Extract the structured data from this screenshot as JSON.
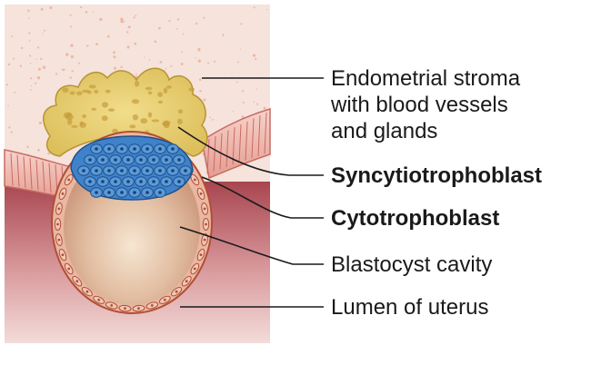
{
  "figure": {
    "colors": {
      "stroma": "#f5e3dc",
      "stroma_speckle": "#e9a98e",
      "lumen_dark": "#a8454f",
      "lumen_light": "#f3dcd9",
      "syncytio": "#e6cf73",
      "syncytio_spot": "#c79c3c",
      "cyto_fill": "#e9b7a2",
      "cyto_border": "#b24e36",
      "inner_cell_mass": "#3f82c9",
      "cavity": "#d8ad92",
      "line": "#1a1a1a"
    },
    "labels": [
      {
        "id": "stroma",
        "text": "Endometrial stroma\nwith blood vessels\nand glands",
        "bold": false
      },
      {
        "id": "syncytiotrophoblast",
        "text": "Syncytiotrophoblast",
        "bold": true
      },
      {
        "id": "cytotrophoblast",
        "text": "Cytotrophoblast",
        "bold": true
      },
      {
        "id": "blastocyst-cavity",
        "text": "Blastocyst cavity",
        "bold": false
      },
      {
        "id": "lumen",
        "text": "Lumen of uterus",
        "bold": false
      }
    ]
  }
}
